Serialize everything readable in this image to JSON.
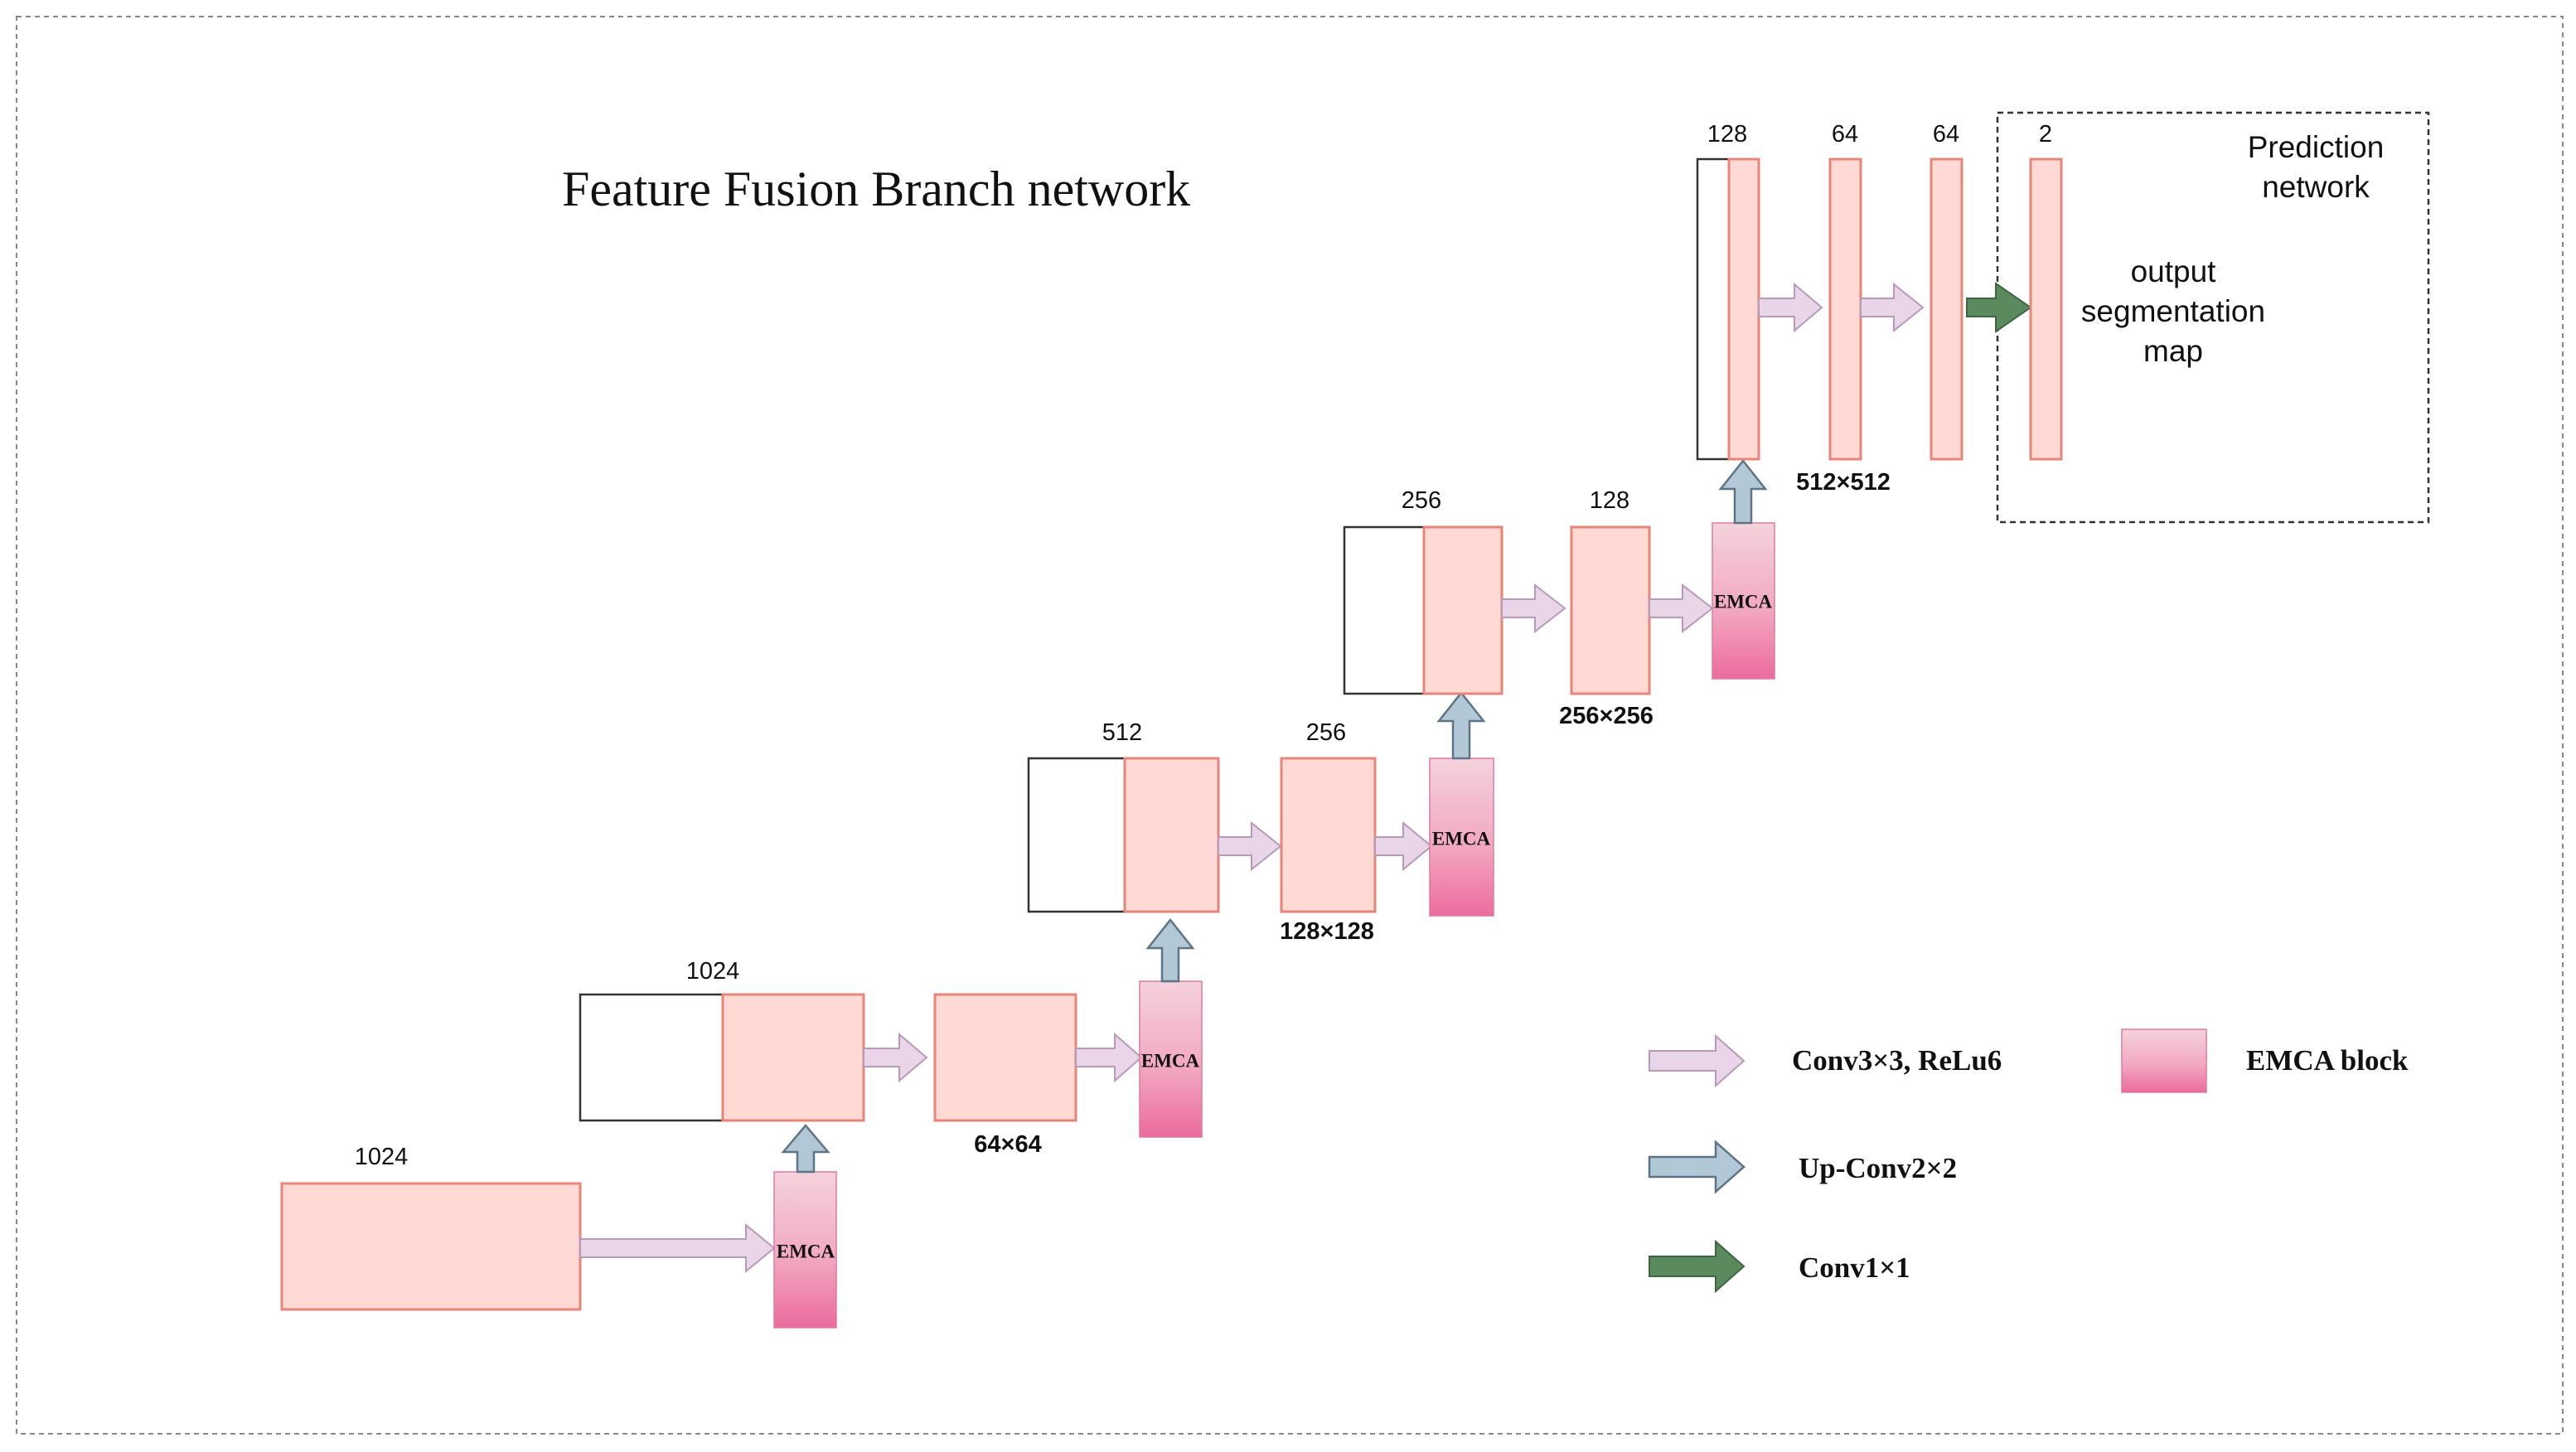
{
  "title": "Feature Fusion Branch network",
  "channels": {
    "input": "1024",
    "stage1_concat": "1024",
    "stage2_concat": "512",
    "stage2_conv": "256",
    "stage3_concat": "256",
    "stage3_conv": "128",
    "stage4_concat": "128",
    "stage4_conv1": "64",
    "stage4_conv2": "64",
    "output": "2"
  },
  "sizes": {
    "s1": "64×64",
    "s2": "128×128",
    "s3": "256×256",
    "s4": "512×512"
  },
  "emca_label": "EMCA",
  "prediction": {
    "title_line1": "Prediction",
    "title_line2": "network",
    "output_line1": "output",
    "output_line2": "segmentation",
    "output_line3": "map"
  },
  "legend": {
    "conv": "Conv3×3, ReLu6",
    "upconv": "Up-Conv2×2",
    "conv1x1": "Conv1×1",
    "emca_block": "EMCA block"
  },
  "colors": {
    "block_fill": "#ffd9d3",
    "block_stroke": "#e8857a",
    "conv_arrow": "#e8d5e8",
    "conv_arrow_stroke": "#b89ab8",
    "up_arrow": "#b3c8d6",
    "up_arrow_stroke": "#5d7485",
    "conv1x1_arrow": "#5a8a5e",
    "emca_top": "#f2c8d4",
    "emca_bottom": "#ee6fa0"
  }
}
